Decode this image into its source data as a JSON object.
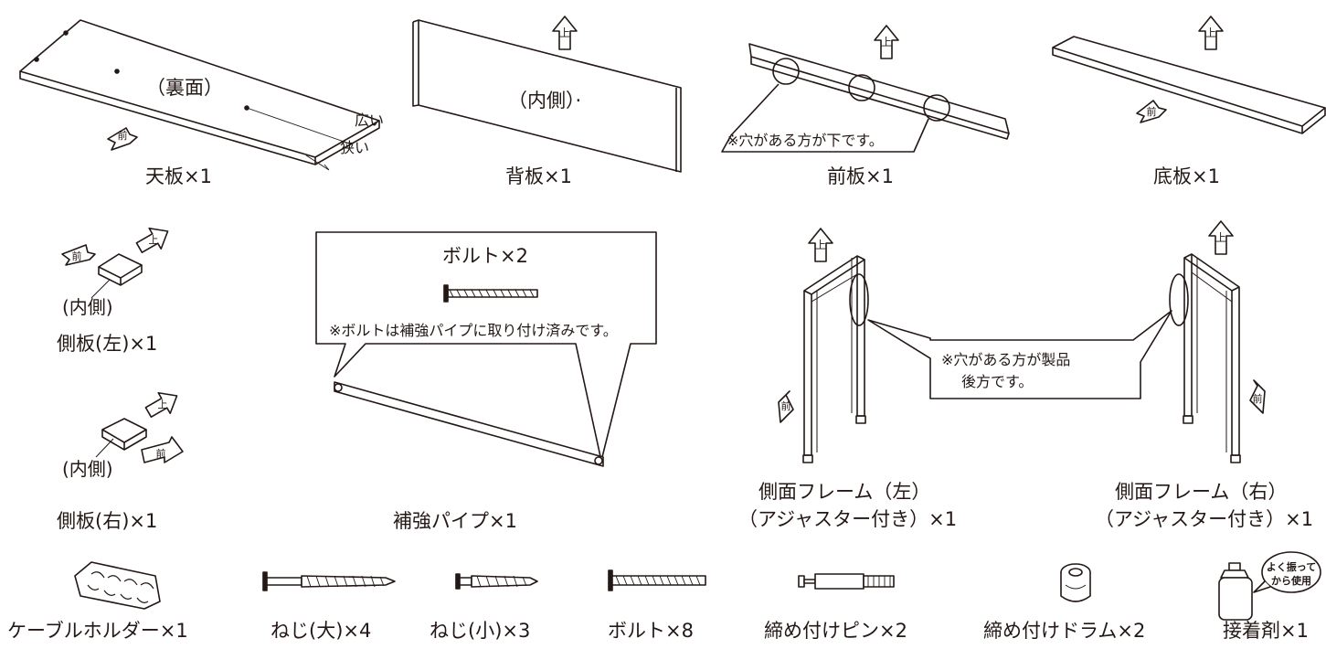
{
  "parts": {
    "tenban": {
      "caption": "天板×1",
      "face": "（裏面）",
      "wide": "広い",
      "narrow": "狭い",
      "arrow": "前"
    },
    "seban": {
      "caption": "背板×1",
      "face": "（内側）·",
      "arrow": "上"
    },
    "maeita": {
      "caption": "前板×1",
      "note": "※穴がある方が下です。",
      "arrow": "上"
    },
    "teiban": {
      "caption": "底板×1",
      "arrow_up": "上",
      "arrow_front": "前"
    },
    "sokuban_left": {
      "caption": "側板(左)×1",
      "face": "(内側)",
      "arrow_front": "前",
      "arrow_up": "上"
    },
    "sokuban_right": {
      "caption": "側板(右)×1",
      "face": "(内側)",
      "arrow_front": "前",
      "arrow_up": "上"
    },
    "pipe": {
      "caption": "補強パイプ×1",
      "bolt_title": "ボルト×2",
      "bolt_note": "※ボルトは補強パイプに取り付け済みです。"
    },
    "frame_left": {
      "caption_line1": "側面フレーム（左）",
      "caption_line2": "（アジャスター付き）×1",
      "arrow_up": "上",
      "arrow_front": "前"
    },
    "frame_right": {
      "caption_line1": "側面フレーム（右）",
      "caption_line2": "（アジャスター付き）×1",
      "arrow_up": "上",
      "arrow_front": "前"
    },
    "frame_note": {
      "line1": "※穴がある方が製品",
      "line2": "後方です。"
    }
  },
  "hardware": [
    {
      "caption": "ケーブルホルダー×1"
    },
    {
      "caption": "ねじ(大)×4"
    },
    {
      "caption": "ねじ(小)×3"
    },
    {
      "caption": "ボルト×8"
    },
    {
      "caption": "締め付けピン×2"
    },
    {
      "caption": "締め付けドラム×2"
    },
    {
      "caption": "接着剤×1",
      "bubble_line1": "よく振って",
      "bubble_line2": "から使用"
    }
  ]
}
